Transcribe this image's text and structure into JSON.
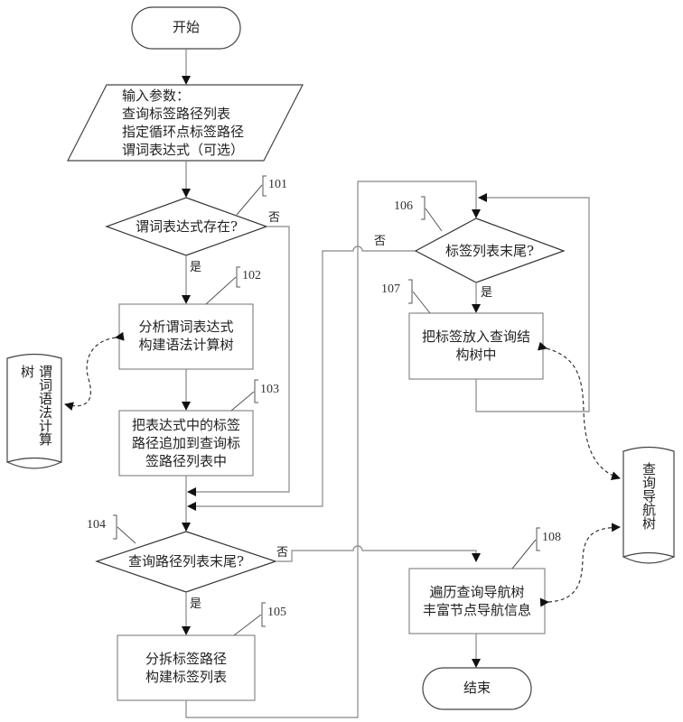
{
  "diagram": {
    "type": "flowchart",
    "start": {
      "label": "开始"
    },
    "input": {
      "lines": [
        "输入参数：",
        "查询标签路径列表",
        "指定循环点标签路径",
        "谓词表达式（可选）"
      ]
    },
    "steps": {
      "s101": {
        "id": "101",
        "label": "谓词表达式存在?",
        "yes": "是",
        "no": "否"
      },
      "s102": {
        "id": "102",
        "lines": [
          "分析谓词表达式",
          "构建语法计算树"
        ]
      },
      "s103": {
        "id": "103",
        "lines": [
          "把表达式中的标签",
          "路径追加到查询标",
          "签路径列表中"
        ]
      },
      "s104": {
        "id": "104",
        "label": "查询路径列表末尾?",
        "yes": "是",
        "no": "否"
      },
      "s105": {
        "id": "105",
        "lines": [
          "分拆标签路径",
          "构建标签列表"
        ]
      },
      "s106": {
        "id": "106",
        "label": "标签列表末尾?",
        "yes": "是",
        "no": "否"
      },
      "s107": {
        "id": "107",
        "lines": [
          "把标签放入查询结",
          "构树中"
        ]
      },
      "s108": {
        "id": "108",
        "lines": [
          "遍历查询导航树",
          "丰富节点导航信息"
        ]
      }
    },
    "stores": {
      "syntax_tree": {
        "label": "谓词语法计算树"
      },
      "nav_tree": {
        "label": "查询导航树"
      }
    },
    "end": {
      "label": "结束"
    }
  }
}
